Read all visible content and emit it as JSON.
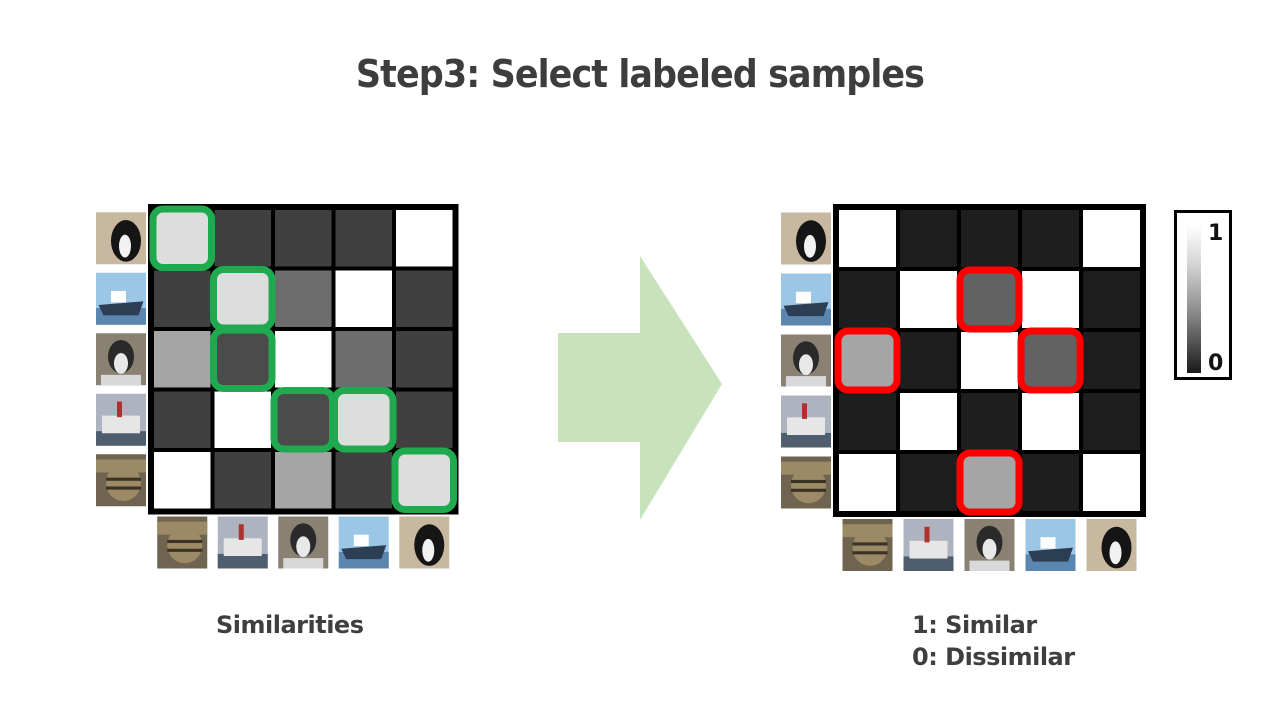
{
  "title": "Step3: Select labeled samples",
  "left_label": "Similarities",
  "right_label_lines": [
    "1: Similar",
    "0: Dissimilar"
  ],
  "colorbar": {
    "max_label": "1",
    "min_label": "0"
  },
  "colors": {
    "grid_border": "#000000",
    "selected_left": "#1faa50",
    "selected_right": "#ff0000",
    "arrow": "#c8e3bb"
  },
  "thumbnails": {
    "row_images": [
      "cat",
      "ship",
      "husky",
      "cruise-ship",
      "tabby-cat"
    ],
    "col_images": [
      "tabby-cat",
      "cruise-ship",
      "husky",
      "ship",
      "cat"
    ]
  },
  "left_matrix": {
    "values": [
      [
        0.85,
        0.15,
        0.15,
        0.15,
        1.0
      ],
      [
        0.15,
        0.85,
        0.35,
        1.0,
        0.15
      ],
      [
        0.6,
        0.2,
        1.0,
        0.35,
        0.15
      ],
      [
        0.15,
        1.0,
        0.2,
        0.85,
        0.15
      ],
      [
        1.0,
        0.15,
        0.6,
        0.15,
        0.85
      ]
    ],
    "highlighted_cells": [
      [
        0,
        0
      ],
      [
        1,
        1
      ],
      [
        2,
        1
      ],
      [
        3,
        2
      ],
      [
        3,
        3
      ],
      [
        4,
        4
      ]
    ]
  },
  "right_matrix": {
    "values": [
      [
        1,
        0,
        0,
        0,
        1
      ],
      [
        0,
        1,
        0.3,
        1,
        0
      ],
      [
        0.6,
        0,
        1,
        0.3,
        0
      ],
      [
        0,
        1,
        0,
        1,
        0
      ],
      [
        1,
        0,
        0.6,
        0,
        1
      ]
    ],
    "highlighted_cells": [
      [
        1,
        2
      ],
      [
        2,
        0
      ],
      [
        2,
        3
      ],
      [
        4,
        2
      ]
    ]
  }
}
